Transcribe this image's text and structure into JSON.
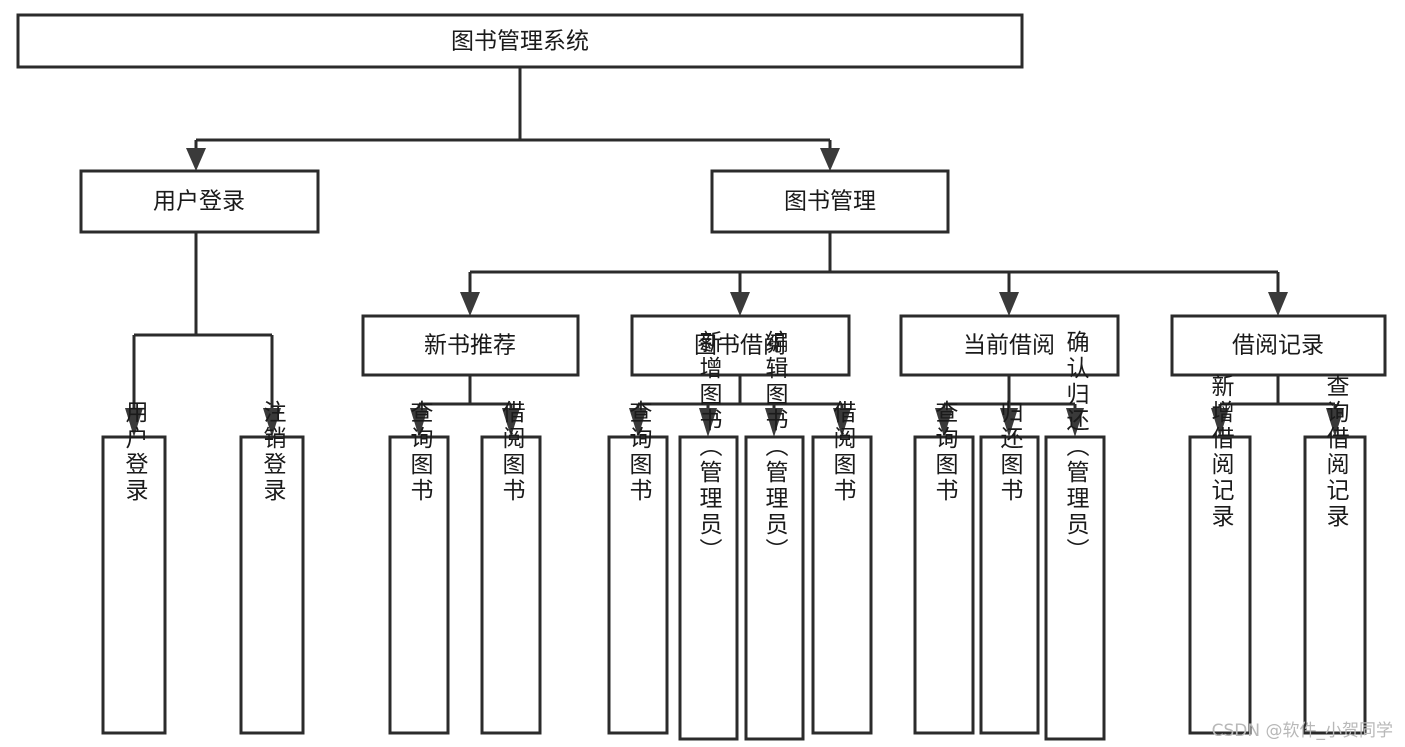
{
  "diagram": {
    "title": "图书管理系统",
    "type": "tree-hierarchy",
    "watermark": "CSDN @软件_小贺同学",
    "colors": {
      "background": "#ffffff",
      "box_stroke": "#2b2b2b",
      "box_fill": "#ffffff",
      "connector": "#2b2b2b",
      "text": "#1a1a1a",
      "watermark": "#b8b8b8"
    },
    "levels": {
      "root": {
        "label": "图书管理系统"
      },
      "level2": [
        {
          "label": "用户登录"
        },
        {
          "label": "图书管理"
        }
      ],
      "level3": [
        {
          "label": "新书推荐"
        },
        {
          "label": "图书借阅"
        },
        {
          "label": "当前借阅"
        },
        {
          "label": "借阅记录"
        }
      ],
      "leaves": {
        "user_login": [
          {
            "label": "用户登录"
          },
          {
            "label": "注销登录"
          }
        ],
        "new_book_recommend": [
          {
            "label": "查询图书"
          },
          {
            "label": "借阅图书"
          }
        ],
        "book_borrow": [
          {
            "label": "查询图书"
          },
          {
            "label": "新增图书（管理员）"
          },
          {
            "label": "编辑图书（管理员）"
          },
          {
            "label": "借阅图书"
          }
        ],
        "current_borrow": [
          {
            "label": "查询图书"
          },
          {
            "label": "归还图书"
          },
          {
            "label": "确认归还（管理员）"
          }
        ],
        "borrow_record": [
          {
            "label": "新增借阅记录"
          },
          {
            "label": "查询借阅记录"
          }
        ]
      }
    }
  }
}
